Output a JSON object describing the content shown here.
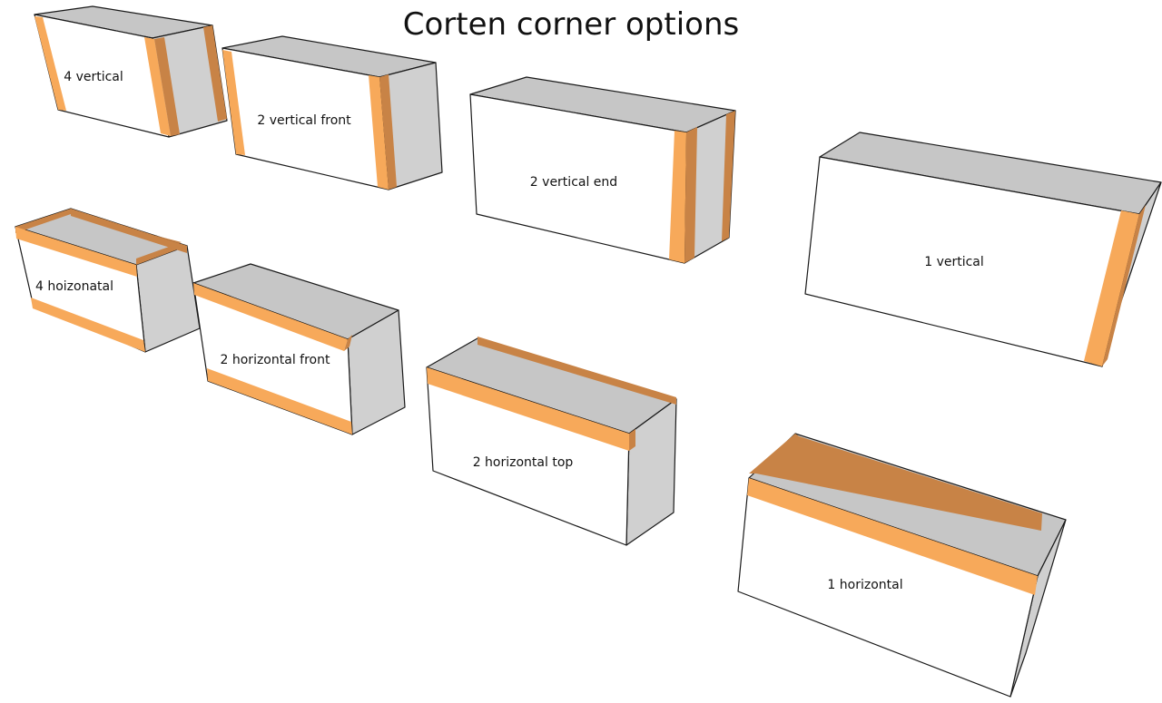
{
  "title": "Corten corner options",
  "boxes": [
    {
      "id": "4-vertical",
      "label": "4 vertical"
    },
    {
      "id": "2-vertical-front",
      "label": "2 vertical front"
    },
    {
      "id": "2-vertical-end",
      "label": "2 vertical end"
    },
    {
      "id": "1-vertical",
      "label": "1 vertical"
    },
    {
      "id": "4-horizontal",
      "label": "4 hoizonatal"
    },
    {
      "id": "2-horizontal-front",
      "label": "2 horizontal front"
    },
    {
      "id": "2-horizontal-top",
      "label": "2 horizontal top"
    },
    {
      "id": "1-horizontal",
      "label": "1 horizontal"
    }
  ],
  "colors": {
    "corten": "#f7a95a",
    "corten_shadow": "#c88346",
    "top_face": "#c6c6c6",
    "side_face": "#d0d0d0",
    "front_face": "#ffffff"
  }
}
